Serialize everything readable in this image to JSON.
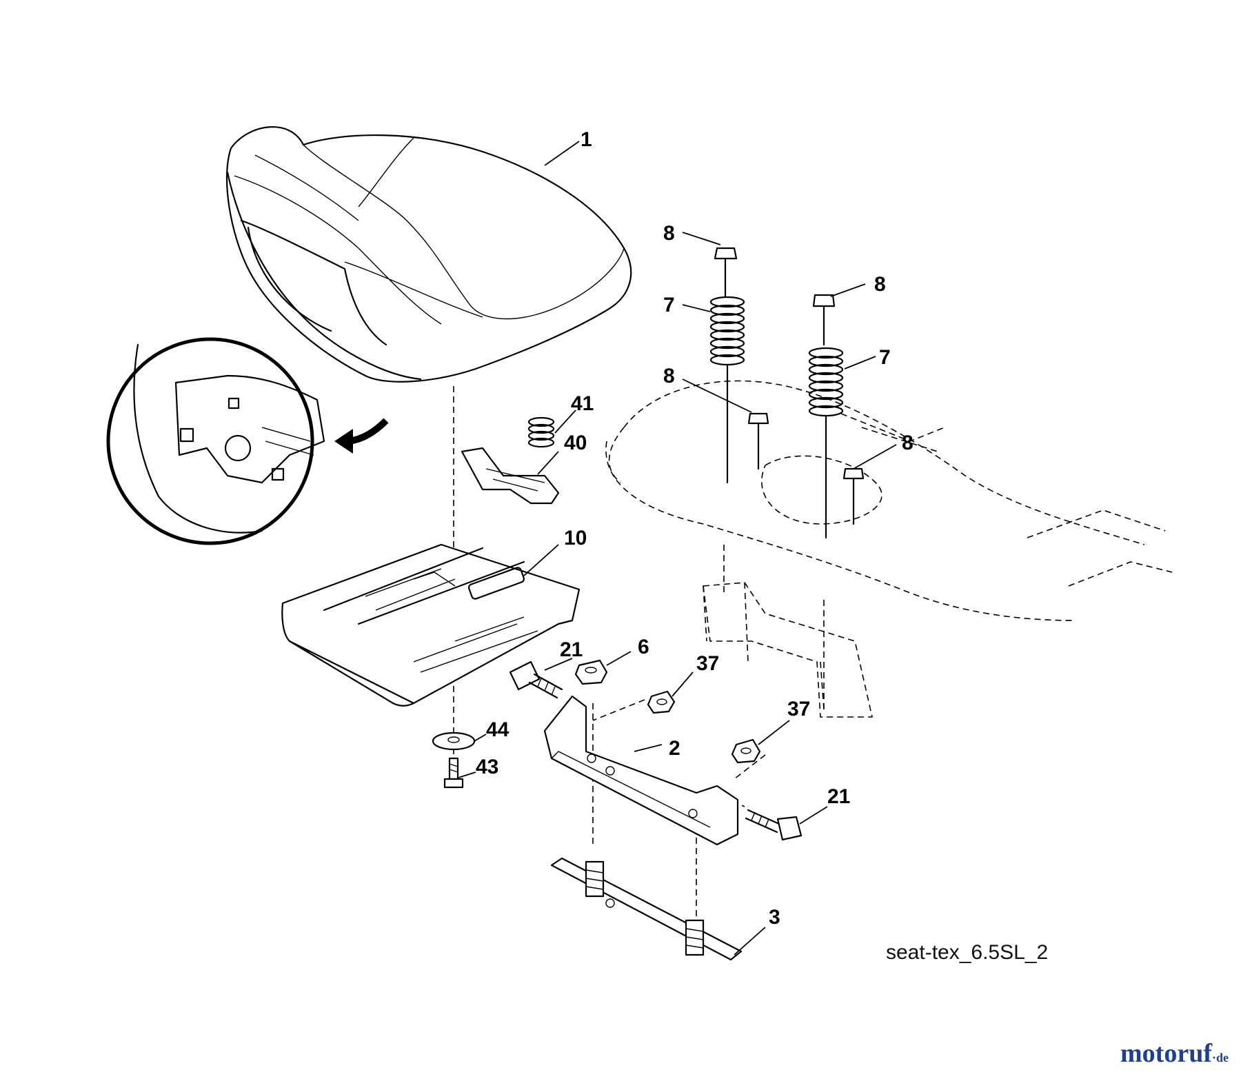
{
  "part_labels": {
    "p1": "1",
    "p2": "2",
    "p3": "3",
    "p6": "6",
    "p7a": "7",
    "p7b": "7",
    "p8a": "8",
    "p8b": "8",
    "p8c": "8",
    "p8d": "8",
    "p10": "10",
    "p21a": "21",
    "p21b": "21",
    "p37a": "37",
    "p37b": "37",
    "p40": "40",
    "p41": "41",
    "p43": "43",
    "p44": "44"
  },
  "drawing_id": "seat-tex_6.5SL_2",
  "watermark": {
    "main": "motoruf",
    "dot": "·",
    "tld": "de"
  },
  "colors": {
    "line": "#000000",
    "watermark_blue": "#1f3f8f",
    "watermark_red": "#c0392b"
  }
}
